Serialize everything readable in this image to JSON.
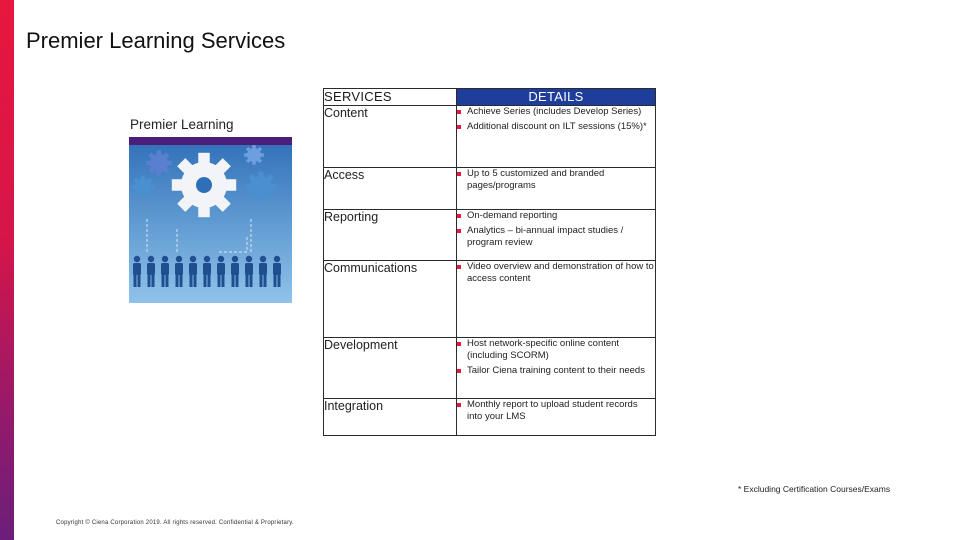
{
  "page": {
    "title": "Premier Learning Services",
    "illustration_label": "Premier Learning",
    "footnote": "* Excluding Certification Courses/Exams",
    "copyright": "Copyright © Ciena Corporation 2019. All rights reserved. Confidential & Proprietary."
  },
  "table": {
    "headers": [
      "SERVICES",
      "DETAILS"
    ],
    "rows": [
      {
        "service": "Content",
        "details": [
          "Achieve Series (includes Develop Series)",
          "Additional discount on ILT sessions (15%)*"
        ]
      },
      {
        "service": "Access",
        "details": [
          "Up to 5 customized and branded pages/programs"
        ]
      },
      {
        "service": "Reporting",
        "details": [
          "On-demand reporting",
          "Analytics – bi-annual impact studies / program review"
        ]
      },
      {
        "service": "Communications",
        "details": [
          "Video overview and demonstration of how to access content"
        ]
      },
      {
        "service": "Development",
        "details": [
          "Host network-specific online content (including SCORM)",
          "Tailor Ciena training content to their needs"
        ]
      },
      {
        "service": "Integration",
        "details": [
          "Monthly report to upload student records into your LMS"
        ]
      }
    ]
  },
  "colors": {
    "accent_red": "#e8173d",
    "accent_purple": "#6b1f7a",
    "header_blue": "#1f3d9a",
    "illustration_blue": "#4a90d0"
  },
  "icons": [
    "gears-and-people-illustration",
    "bullet-square-icon"
  ]
}
